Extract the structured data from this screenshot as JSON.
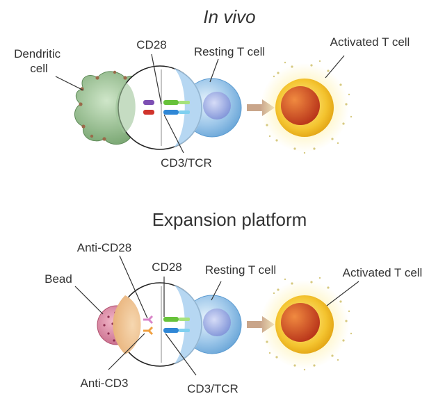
{
  "panels": {
    "top": {
      "title": "In vivo",
      "labels": {
        "presenter": "Dendritic\ncell",
        "cd28": "CD28",
        "resting": "Resting T cell",
        "activated": "Activated T cell",
        "cd3tcr": "CD3/TCR"
      }
    },
    "bottom": {
      "title": "Expansion platform",
      "labels": {
        "bead": "Bead",
        "anti_cd28": "Anti-CD28",
        "cd28": "CD28",
        "resting": "Resting T cell",
        "activated": "Activated T cell",
        "anti_cd3": "Anti-CD3",
        "cd3tcr": "CD3/TCR"
      }
    }
  },
  "colors": {
    "text": "#333333",
    "dendritic_cell": "#7fae7a",
    "dendritic_dots": "#9a6a4a",
    "bead": "#c76a8a",
    "resting_t_cell": "#9fc8ea",
    "resting_nucleus": "#7a8fd6",
    "activated_outer": "#f4c430",
    "activated_nucleus": "#c5421b",
    "arrow": "#c9a58a",
    "cd28_green": "#67c23a",
    "cd3_blue": "#2f87d6",
    "receptor_purple": "#7d4fb3",
    "receptor_red": "#d0342c",
    "antibody_orange": "#f0a040",
    "antibody_pink": "#d884c8"
  }
}
